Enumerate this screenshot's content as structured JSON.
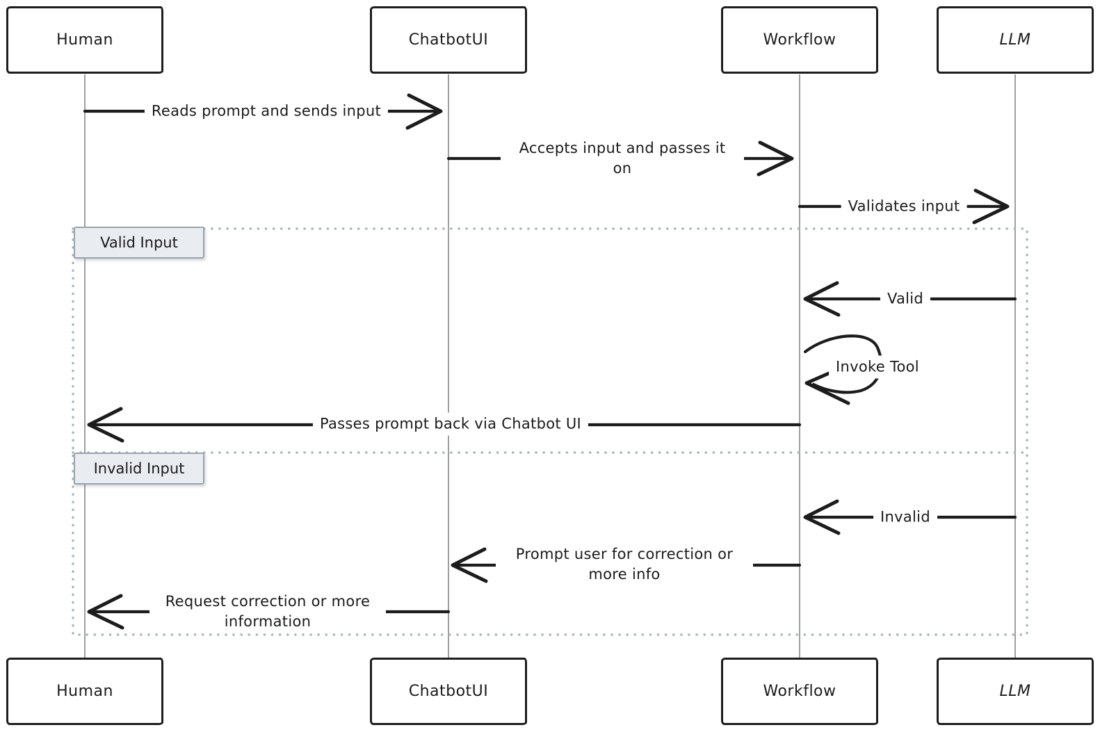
{
  "diagram": {
    "type": "sequence-diagram",
    "actors": [
      {
        "name": "Human"
      },
      {
        "name": "ChatbotUI"
      },
      {
        "name": "Workflow"
      },
      {
        "name": "LLM"
      }
    ],
    "messages": [
      {
        "from": "Human",
        "to": "ChatbotUI",
        "label": "Reads prompt and sends input"
      },
      {
        "from": "ChatbotUI",
        "to": "Workflow",
        "label": "Accepts input and passes it on"
      },
      {
        "from": "Workflow",
        "to": "LLM",
        "label": "Validates input"
      },
      {
        "from": "LLM",
        "to": "Workflow",
        "label": "Valid",
        "section": "Valid Input"
      },
      {
        "from": "Workflow",
        "to": "Workflow",
        "label": "Invoke Tool",
        "section": "Valid Input"
      },
      {
        "from": "Workflow",
        "to": "Human",
        "label": "Passes prompt back via Chatbot UI",
        "section": "Valid Input"
      },
      {
        "from": "LLM",
        "to": "Workflow",
        "label": "Invalid",
        "section": "Invalid Input"
      },
      {
        "from": "Workflow",
        "to": "ChatbotUI",
        "label": "Prompt user for correction or more info",
        "section": "Invalid Input"
      },
      {
        "from": "ChatbotUI",
        "to": "Human",
        "label": "Request correction or more information",
        "section": "Invalid Input"
      }
    ],
    "sections": [
      {
        "label": "Valid Input"
      },
      {
        "label": "Invalid Input"
      }
    ],
    "colors": {
      "stroke": "#1c1c1c",
      "lifeline": "#9f9f9f",
      "frame_dots": "#a9b3bb",
      "section_chip_fill": "#e9edf1",
      "section_chip_border": "#9aa4ac",
      "background": "#ffffff",
      "text": "#1a1a1a"
    }
  }
}
